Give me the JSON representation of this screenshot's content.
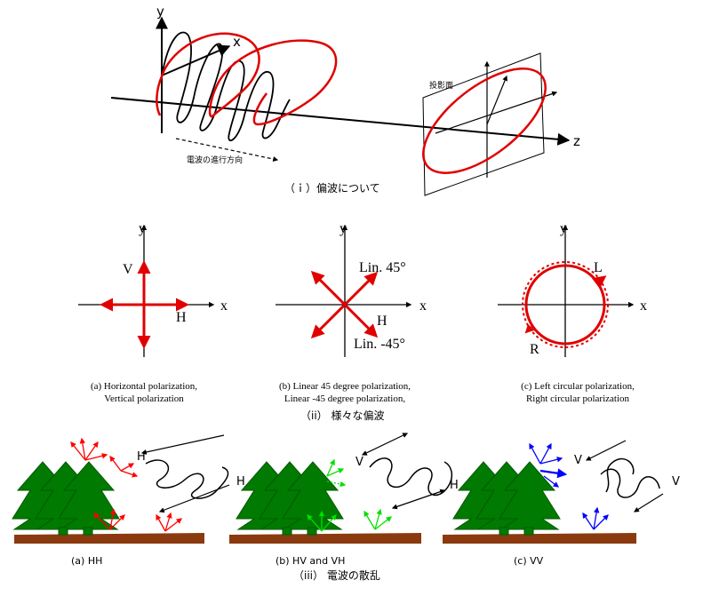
{
  "panel1": {
    "axis_y": "y",
    "axis_x": "x",
    "axis_z": "z",
    "projection_plane": "投影面",
    "propagation_direction": "電波の進行方向",
    "caption": "（ｉ）偏波について"
  },
  "panel2": {
    "caption": "（ii） 様々な偏波",
    "a": {
      "axis_y": "y",
      "axis_x": "x",
      "label_v": "V",
      "label_h": "H",
      "caption_line1": "(a) Horizontal polarization,",
      "caption_line2": "Vertical polarization"
    },
    "b": {
      "axis_y": "y",
      "axis_x": "x",
      "label_lin45": "Lin. 45°",
      "label_h": "H",
      "label_linm45": "Lin.  -45°",
      "caption_line1": "(b) Linear 45 degree polarization,",
      "caption_line2": "Linear -45 degree polarization,"
    },
    "c": {
      "axis_y": "y",
      "axis_x": "x",
      "label_l": "L",
      "label_r": "R",
      "caption_line1": "(c) Left circular polarization,",
      "caption_line2": "Right circular polarization"
    }
  },
  "panel3": {
    "caption": "（iii） 電波の散乱",
    "a": {
      "caption": "(a)  HH",
      "label_h1": "H",
      "label_h2": "H",
      "arrow_color": "#ff0000"
    },
    "b": {
      "caption": "(b)  HV and VH",
      "label_v": "V",
      "label_h": "H",
      "arrow_color": "#00ee00"
    },
    "c": {
      "caption": "(c)  VV",
      "label_v1": "V",
      "label_v2": "V",
      "arrow_color": "#0000ff"
    }
  },
  "colors": {
    "wave_red": "#e00000",
    "tree": "#007a00",
    "ground": "#8b3a0f"
  }
}
